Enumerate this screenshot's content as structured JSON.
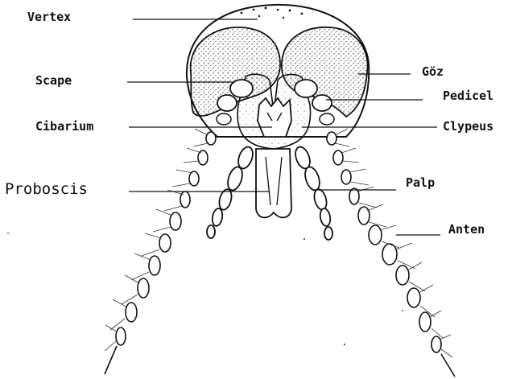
{
  "labels": {
    "vertex": "Vertex",
    "scape": "Scape",
    "cibarium": "Cibarium",
    "proboscis": "Proboscis",
    "goz": "Göz",
    "pedicel": "Pedicel",
    "clypeus": "Clypeus",
    "palp": "Palp",
    "anten": "Anten"
  },
  "colors": {
    "ink": "#111111",
    "stipple": "#3a3a3a",
    "background": "#ffffff"
  }
}
